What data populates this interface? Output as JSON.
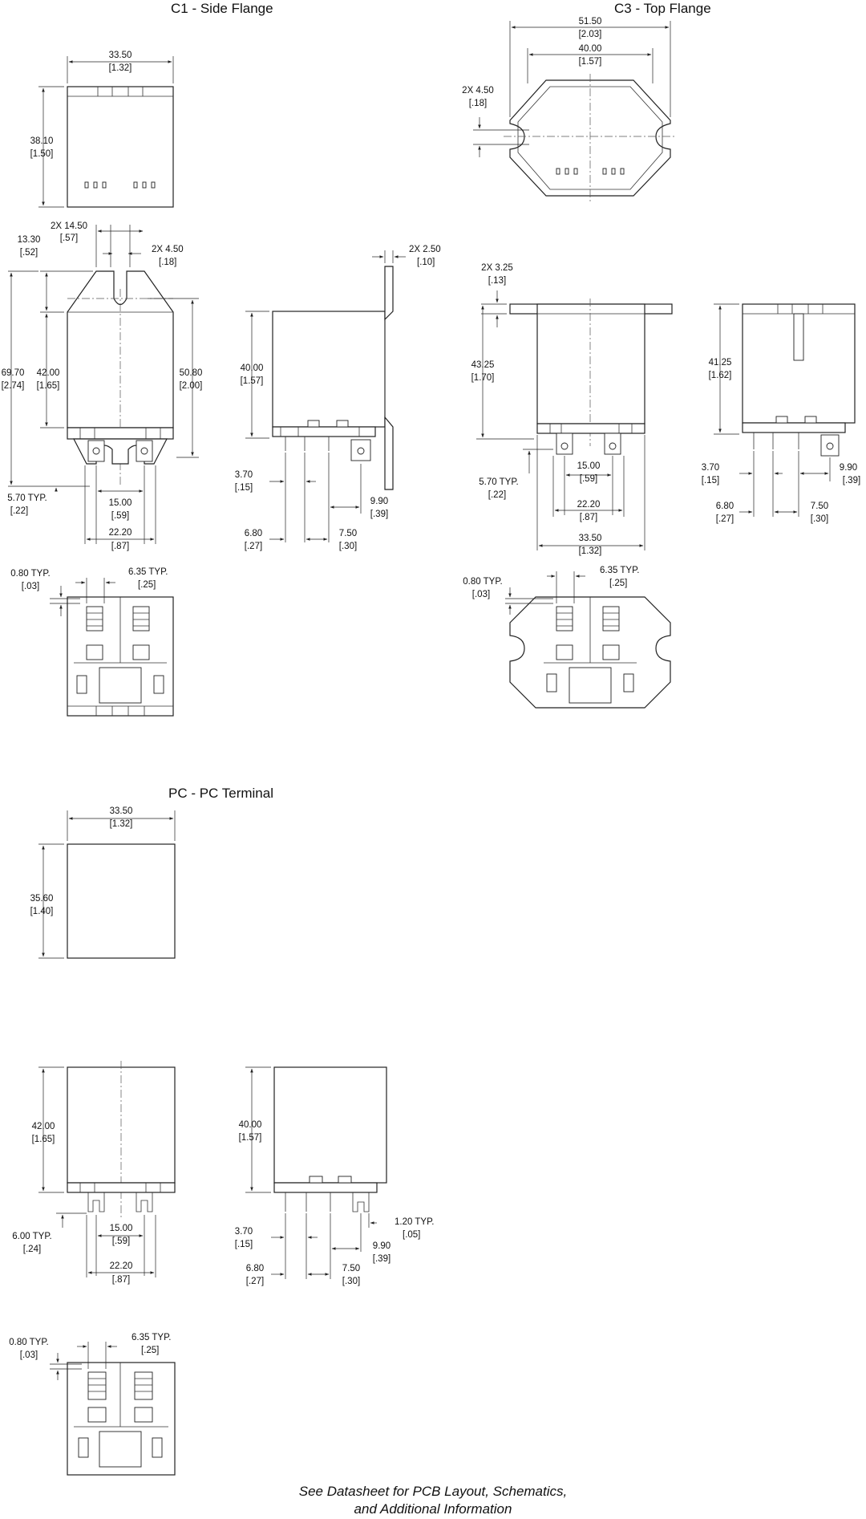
{
  "titles": {
    "c1": "C1 - Side Flange",
    "c3": "C3 - Top Flange",
    "pc": "PC - PC Terminal"
  },
  "footnote": {
    "line1": "See Datasheet for PCB Layout, Schematics,",
    "line2": "and Additional Information"
  },
  "c1": {
    "top_width": [
      "33.50",
      "[1.32]"
    ],
    "top_height": [
      "38.10",
      "[1.50]"
    ],
    "slot_pitch": [
      "2X 14.50",
      "[.57]"
    ],
    "slot_width": [
      "2X 4.50",
      "[.18]"
    ],
    "slot_depth": [
      "13.30",
      "[.52]"
    ],
    "overall_height": [
      "69.70",
      "[2.74]"
    ],
    "body_height": [
      "42.00",
      "[1.65]"
    ],
    "flange_height": [
      "50.80",
      "[2.00]"
    ],
    "term_offset": [
      "5.70 TYP.",
      "[.22]"
    ],
    "term_pitch": [
      "15.00",
      "[.59]"
    ],
    "term_span": [
      "22.20",
      "[.87]"
    ],
    "side_flange_thk": [
      "2X 2.50",
      "[.10]"
    ],
    "side_height": [
      "40.00",
      "[1.57]"
    ],
    "side_a": [
      "3.70",
      "[.15]"
    ],
    "side_b": [
      "9.90",
      "[.39]"
    ],
    "side_c": [
      "6.80",
      "[.27]"
    ],
    "side_d": [
      "7.50",
      "[.30]"
    ],
    "bottom_a": [
      "0.80 TYP.",
      "[.03]"
    ],
    "bottom_b": [
      "6.35 TYP.",
      "[.25]"
    ]
  },
  "c3": {
    "top_width": [
      "51.50",
      "[2.03]"
    ],
    "top_inner": [
      "40.00",
      "[1.57]"
    ],
    "slot_width": [
      "2X 4.50",
      "[.18]"
    ],
    "flange_thk": [
      "2X 3.25",
      "[.13]"
    ],
    "front_height": [
      "43.25",
      "[1.70]"
    ],
    "term_offset": [
      "5.70 TYP.",
      "[.22]"
    ],
    "term_pitch": [
      "15.00",
      "[.59]"
    ],
    "term_span": [
      "22.20",
      "[.87]"
    ],
    "body_width": [
      "33.50",
      "[1.32]"
    ],
    "side_height": [
      "41.25",
      "[1.62]"
    ],
    "side_a": [
      "3.70",
      "[.15]"
    ],
    "side_b": [
      "9.90",
      "[.39]"
    ],
    "side_c": [
      "6.80",
      "[.27]"
    ],
    "side_d": [
      "7.50",
      "[.30]"
    ],
    "bottom_a": [
      "0.80 TYP.",
      "[.03]"
    ],
    "bottom_b": [
      "6.35 TYP.",
      "[.25]"
    ]
  },
  "pc": {
    "top_width": [
      "33.50",
      "[1.32]"
    ],
    "top_height": [
      "35.60",
      "[1.40]"
    ],
    "front_height": [
      "42.00",
      "[1.65]"
    ],
    "term_offset": [
      "6.00 TYP.",
      "[.24]"
    ],
    "term_pitch": [
      "15.00",
      "[.59]"
    ],
    "term_span": [
      "22.20",
      "[.87]"
    ],
    "side_height": [
      "40.00",
      "[1.57]"
    ],
    "side_a": [
      "3.70",
      "[.15]"
    ],
    "side_e": [
      "1.20 TYP.",
      "[.05]"
    ],
    "side_b": [
      "9.90",
      "[.39]"
    ],
    "side_c": [
      "6.80",
      "[.27]"
    ],
    "side_d": [
      "7.50",
      "[.30]"
    ],
    "bottom_a": [
      "0.80 TYP.",
      "[.03]"
    ],
    "bottom_b": [
      "6.35 TYP.",
      "[.25]"
    ]
  }
}
